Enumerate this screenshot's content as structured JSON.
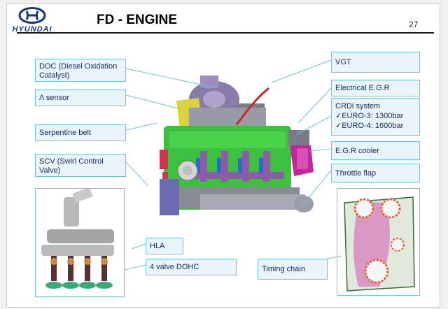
{
  "brand": {
    "name": "HYUNDAI"
  },
  "slide": {
    "title": "FD - ENGINE",
    "page_number": "27"
  },
  "labels": {
    "doc": "DOC (Diesel Oxidation Catalyst)",
    "lambda_sensor": "Λ sensor",
    "serpentine_belt": "Serpentine belt",
    "scv": "SCV (Swirl Control Valve)",
    "hla": "HLA",
    "valve_dohc": "4 valve DOHC",
    "vgt": "VGT",
    "electrical_egr": "Electrical E.G.R",
    "crdi_title": "CRDi system",
    "crdi_euro3": "✓EURO-3: 1300bar",
    "crdi_euro4": "✓EURO-4: 1600bar",
    "egr_cooler": "E.G.R cooler",
    "throttle_flap": "Throttle flap",
    "timing_chain": "Timing chain"
  },
  "colors": {
    "label_fill": "#e9f5fb",
    "label_border": "#6fc3dc",
    "label_text": "#142a63",
    "brand_blue": "#123a7a",
    "engine_green": "#3fbf3f"
  }
}
